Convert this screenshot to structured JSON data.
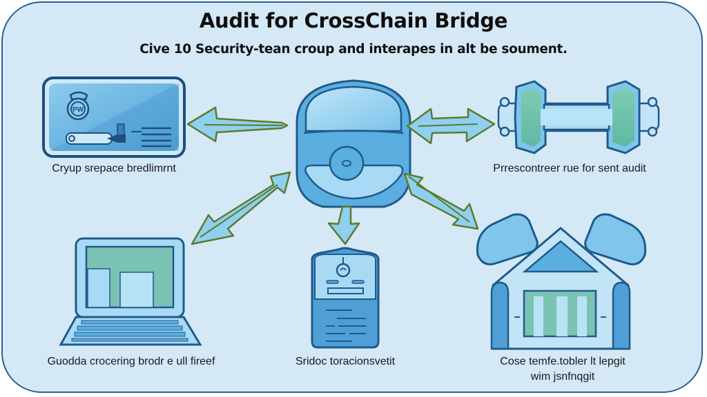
{
  "diagram": {
    "title": "Audit for CrossChain Bridge",
    "subtitle": "Cive 10 Security-tean croup and interapes in alt be soument.",
    "nodes": [
      {
        "id": "card",
        "icon": "id-card-icon",
        "label": "Cryup srepace bredlimrnt"
      },
      {
        "id": "lock",
        "icon": "padlock-icon",
        "label": ""
      },
      {
        "id": "bridge",
        "icon": "bridge-connector-icon",
        "label": "Prrescontreer rue for sent audit"
      },
      {
        "id": "laptop",
        "icon": "laptop-icon",
        "label": "Guodda crocering brodr e ull fireef"
      },
      {
        "id": "document",
        "icon": "document-icon",
        "label": "Sridoc toracionsvetit"
      },
      {
        "id": "house",
        "icon": "house-icon",
        "label_line1": "Cose temfe.tobler lt lepgit",
        "label_line2": "wim jsnfnqgit"
      }
    ],
    "edges": [
      {
        "from": "lock",
        "to": "card",
        "style": "bidirectional"
      },
      {
        "from": "lock",
        "to": "bridge",
        "style": "bidirectional"
      },
      {
        "from": "lock",
        "to": "laptop",
        "style": "bidirectional"
      },
      {
        "from": "lock",
        "to": "house",
        "style": "bidirectional"
      },
      {
        "from": "lock",
        "to": "document",
        "style": "down"
      }
    ],
    "colors": {
      "background": "#d4e8f6",
      "border": "#2d5f8e",
      "icon_stroke": "#1f5a8a",
      "icon_fill": "#5aaee0",
      "icon_light": "#a9daf5",
      "accent_green": "#6fbfa8",
      "arrow_outline": "#5d7a2a",
      "arrow_fill": "#8fd0f0"
    }
  }
}
